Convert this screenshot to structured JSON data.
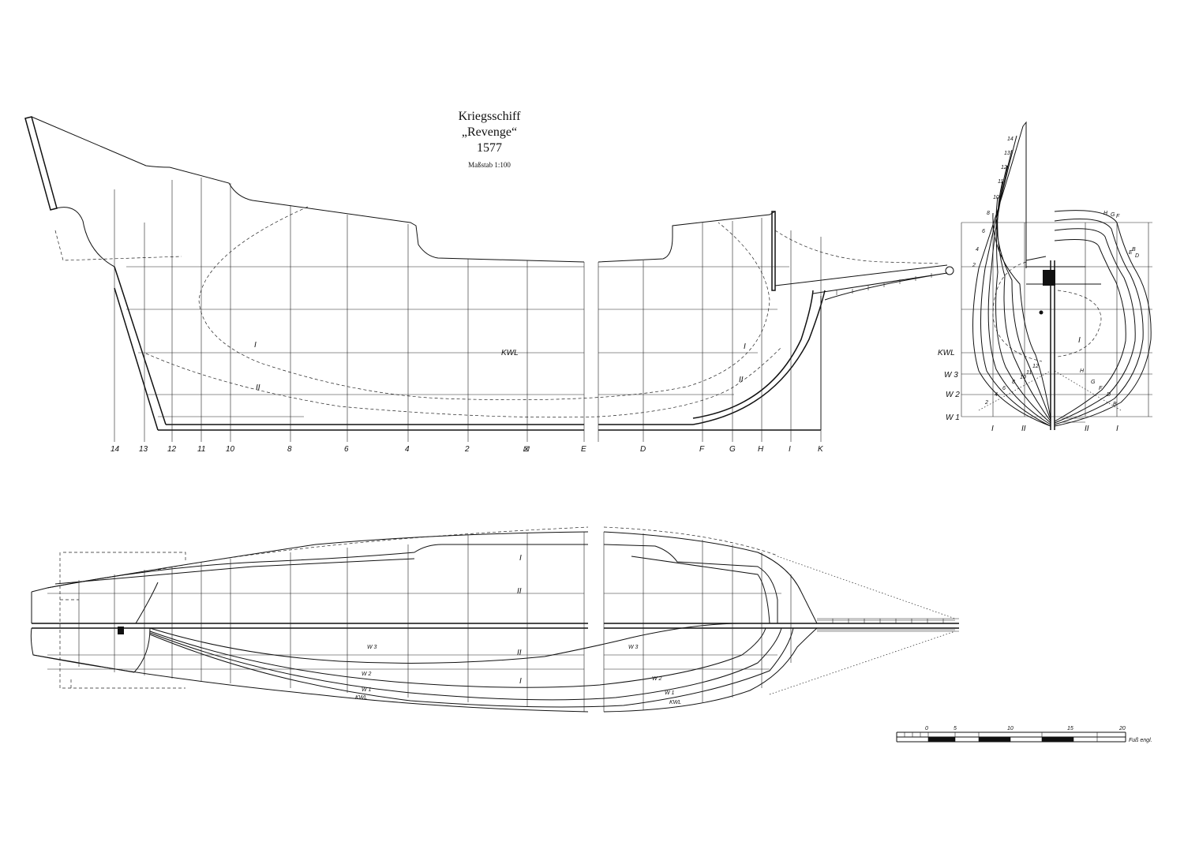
{
  "title": {
    "line1": "Kriegsschiff",
    "line2": "„Revenge“",
    "line3": "1577",
    "scale": "Maßstab 1:100"
  },
  "profile": {
    "stations": [
      "14",
      "13",
      "12",
      "11",
      "10",
      "8",
      "6",
      "4",
      "2",
      "⊠",
      "E",
      "D",
      "F",
      "G",
      "H",
      "I",
      "K"
    ],
    "diagonals": [
      "I",
      "II",
      "I",
      "II"
    ],
    "waterline": "KWL"
  },
  "body_plan": {
    "left_stations": [
      "14",
      "13",
      "12",
      "11",
      "10",
      "8",
      "6",
      "4",
      "2"
    ],
    "right_stations": [
      "H",
      "G",
      "F",
      "E",
      "D",
      "B"
    ],
    "waterlines": [
      "KWL",
      "W 3",
      "W 2",
      "W 1"
    ],
    "bottom_labels": [
      "I",
      "II",
      "II",
      "I"
    ],
    "inner_labels": [
      "12",
      "11",
      "10",
      "8",
      "6",
      "4",
      "2",
      "H",
      "G",
      "F",
      "D",
      "B",
      "I"
    ]
  },
  "half_breadth": {
    "diagonals": [
      "I",
      "II",
      "II",
      "I"
    ],
    "waterlines": [
      "W 3",
      "W 3",
      "W 2",
      "W 2",
      "W 1",
      "KWL",
      "W 1",
      "KWL"
    ]
  },
  "scale_bar": {
    "ticks": [
      "0",
      "5",
      "10",
      "15",
      "20"
    ],
    "unit": "Fuß engl."
  }
}
